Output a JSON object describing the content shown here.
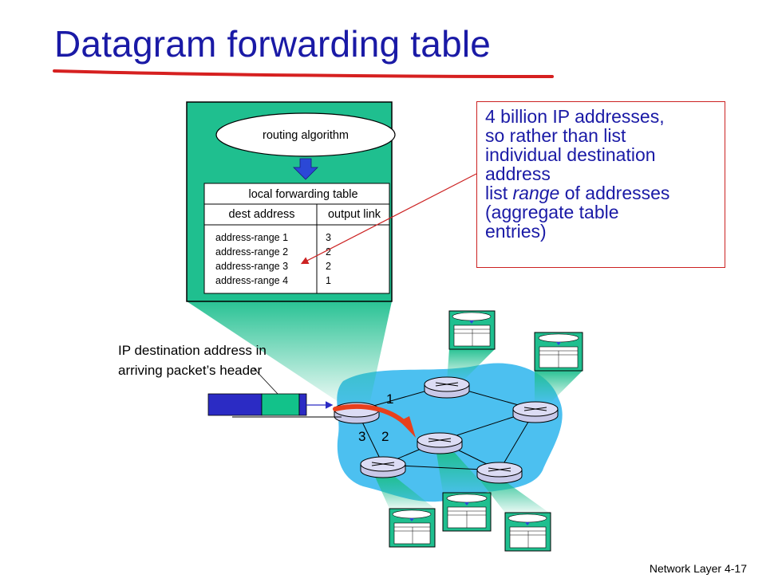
{
  "title": "Datagram forwarding  table",
  "footer": "Network Layer  4-17",
  "routing_box": {
    "algorithm_label": "routing algorithm",
    "table_title": "local forwarding table",
    "col_dest": "dest address",
    "col_link": "output  link",
    "rows": [
      {
        "dest": "address-range 1",
        "link": "3"
      },
      {
        "dest": "address-range 2",
        "link": "2"
      },
      {
        "dest": "address-range 3",
        "link": "2"
      },
      {
        "dest": "address-range 4",
        "link": "1"
      }
    ]
  },
  "callout": {
    "line1": "4 billion IP addresses,",
    "line2": "so rather than list",
    "line3": "individual destination",
    "line4": "address",
    "line5_prefix": "list ",
    "line5_em": "range",
    "line5_suffix": " of addresses",
    "line6": "(aggregate table",
    "line7": "entries)"
  },
  "packet_label": {
    "line1": "IP destination address in",
    "line2": "arriving packet’s header"
  },
  "link_labels": {
    "l1": "1",
    "l2": "2",
    "l3": "3"
  },
  "colors": {
    "title": "#1a1aa6",
    "box_fill": "#1fbf8f",
    "cloud": "#4cc0f0",
    "callout_border": "#cc2222",
    "underline": "#d62020",
    "forward_arrow": "#e8401c",
    "packet_header": "#2b2bc4",
    "packet_dest": "#12c28a"
  }
}
